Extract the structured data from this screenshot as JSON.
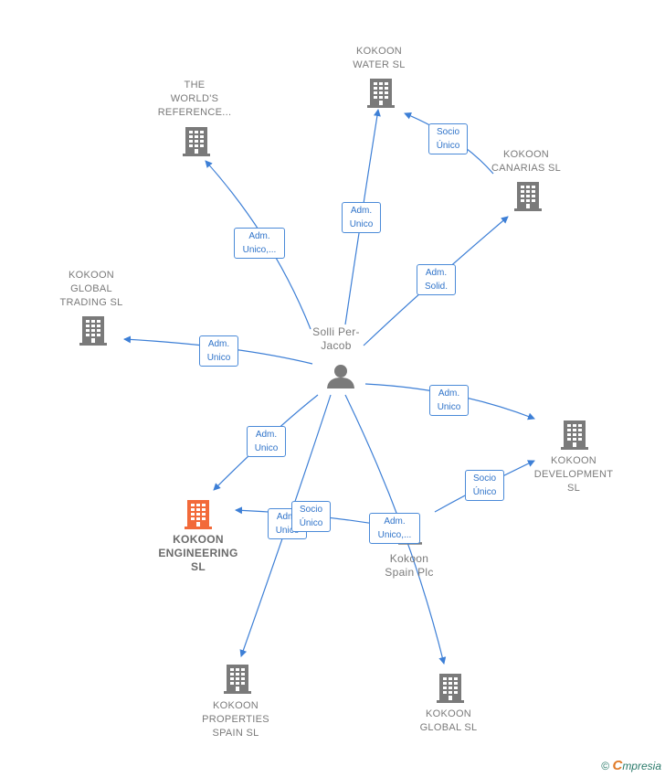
{
  "people": {
    "solli": {
      "name": "Solli Per-\nJacob",
      "icon": "person-icon"
    }
  },
  "companies": {
    "water": {
      "name": "KOKOON\nWATER  SL"
    },
    "worlds": {
      "name": "THE\nWORLD'S\nREFERENCE..."
    },
    "canarias": {
      "name": "KOKOON\nCANARIAS  SL"
    },
    "global_trading": {
      "name": "KOKOON\nGLOBAL\nTRADING  SL"
    },
    "development": {
      "name": "KOKOON\nDEVELOPMENT\nSL"
    },
    "engineering": {
      "name": "KOKOON\nENGINEERING\nSL"
    },
    "spain": {
      "name": "Kokoon\nSpain Plc"
    },
    "properties": {
      "name": "KOKOON\nPROPERTIES\nSPAIN  SL"
    },
    "global": {
      "name": "KOKOON\nGLOBAL  SL"
    }
  },
  "relations": {
    "solli_worlds": "Adm.\nUnico,...",
    "solli_water": "Adm.\nUnico",
    "canarias_water": "Socio\nÚnico",
    "solli_canarias": "Adm.\nSolid.",
    "solli_global_trading": "Adm.\nUnico",
    "solli_development": "Adm.\nUnico",
    "solli_engineering": "Adm.\nUnico",
    "spain_development": "Socio\nÚnico",
    "solli_properties": "Adm.\nUnico",
    "spain_engineering": "Socio\nÚnico",
    "solli_global": "Adm.\nUnico,..."
  },
  "colors": {
    "edge": "#3d7fd6",
    "building": "#7a7a7a",
    "highlight": "#f26a3a"
  },
  "footer": {
    "copyright": "©",
    "brand_first": "C",
    "brand_rest": "mpresia"
  }
}
